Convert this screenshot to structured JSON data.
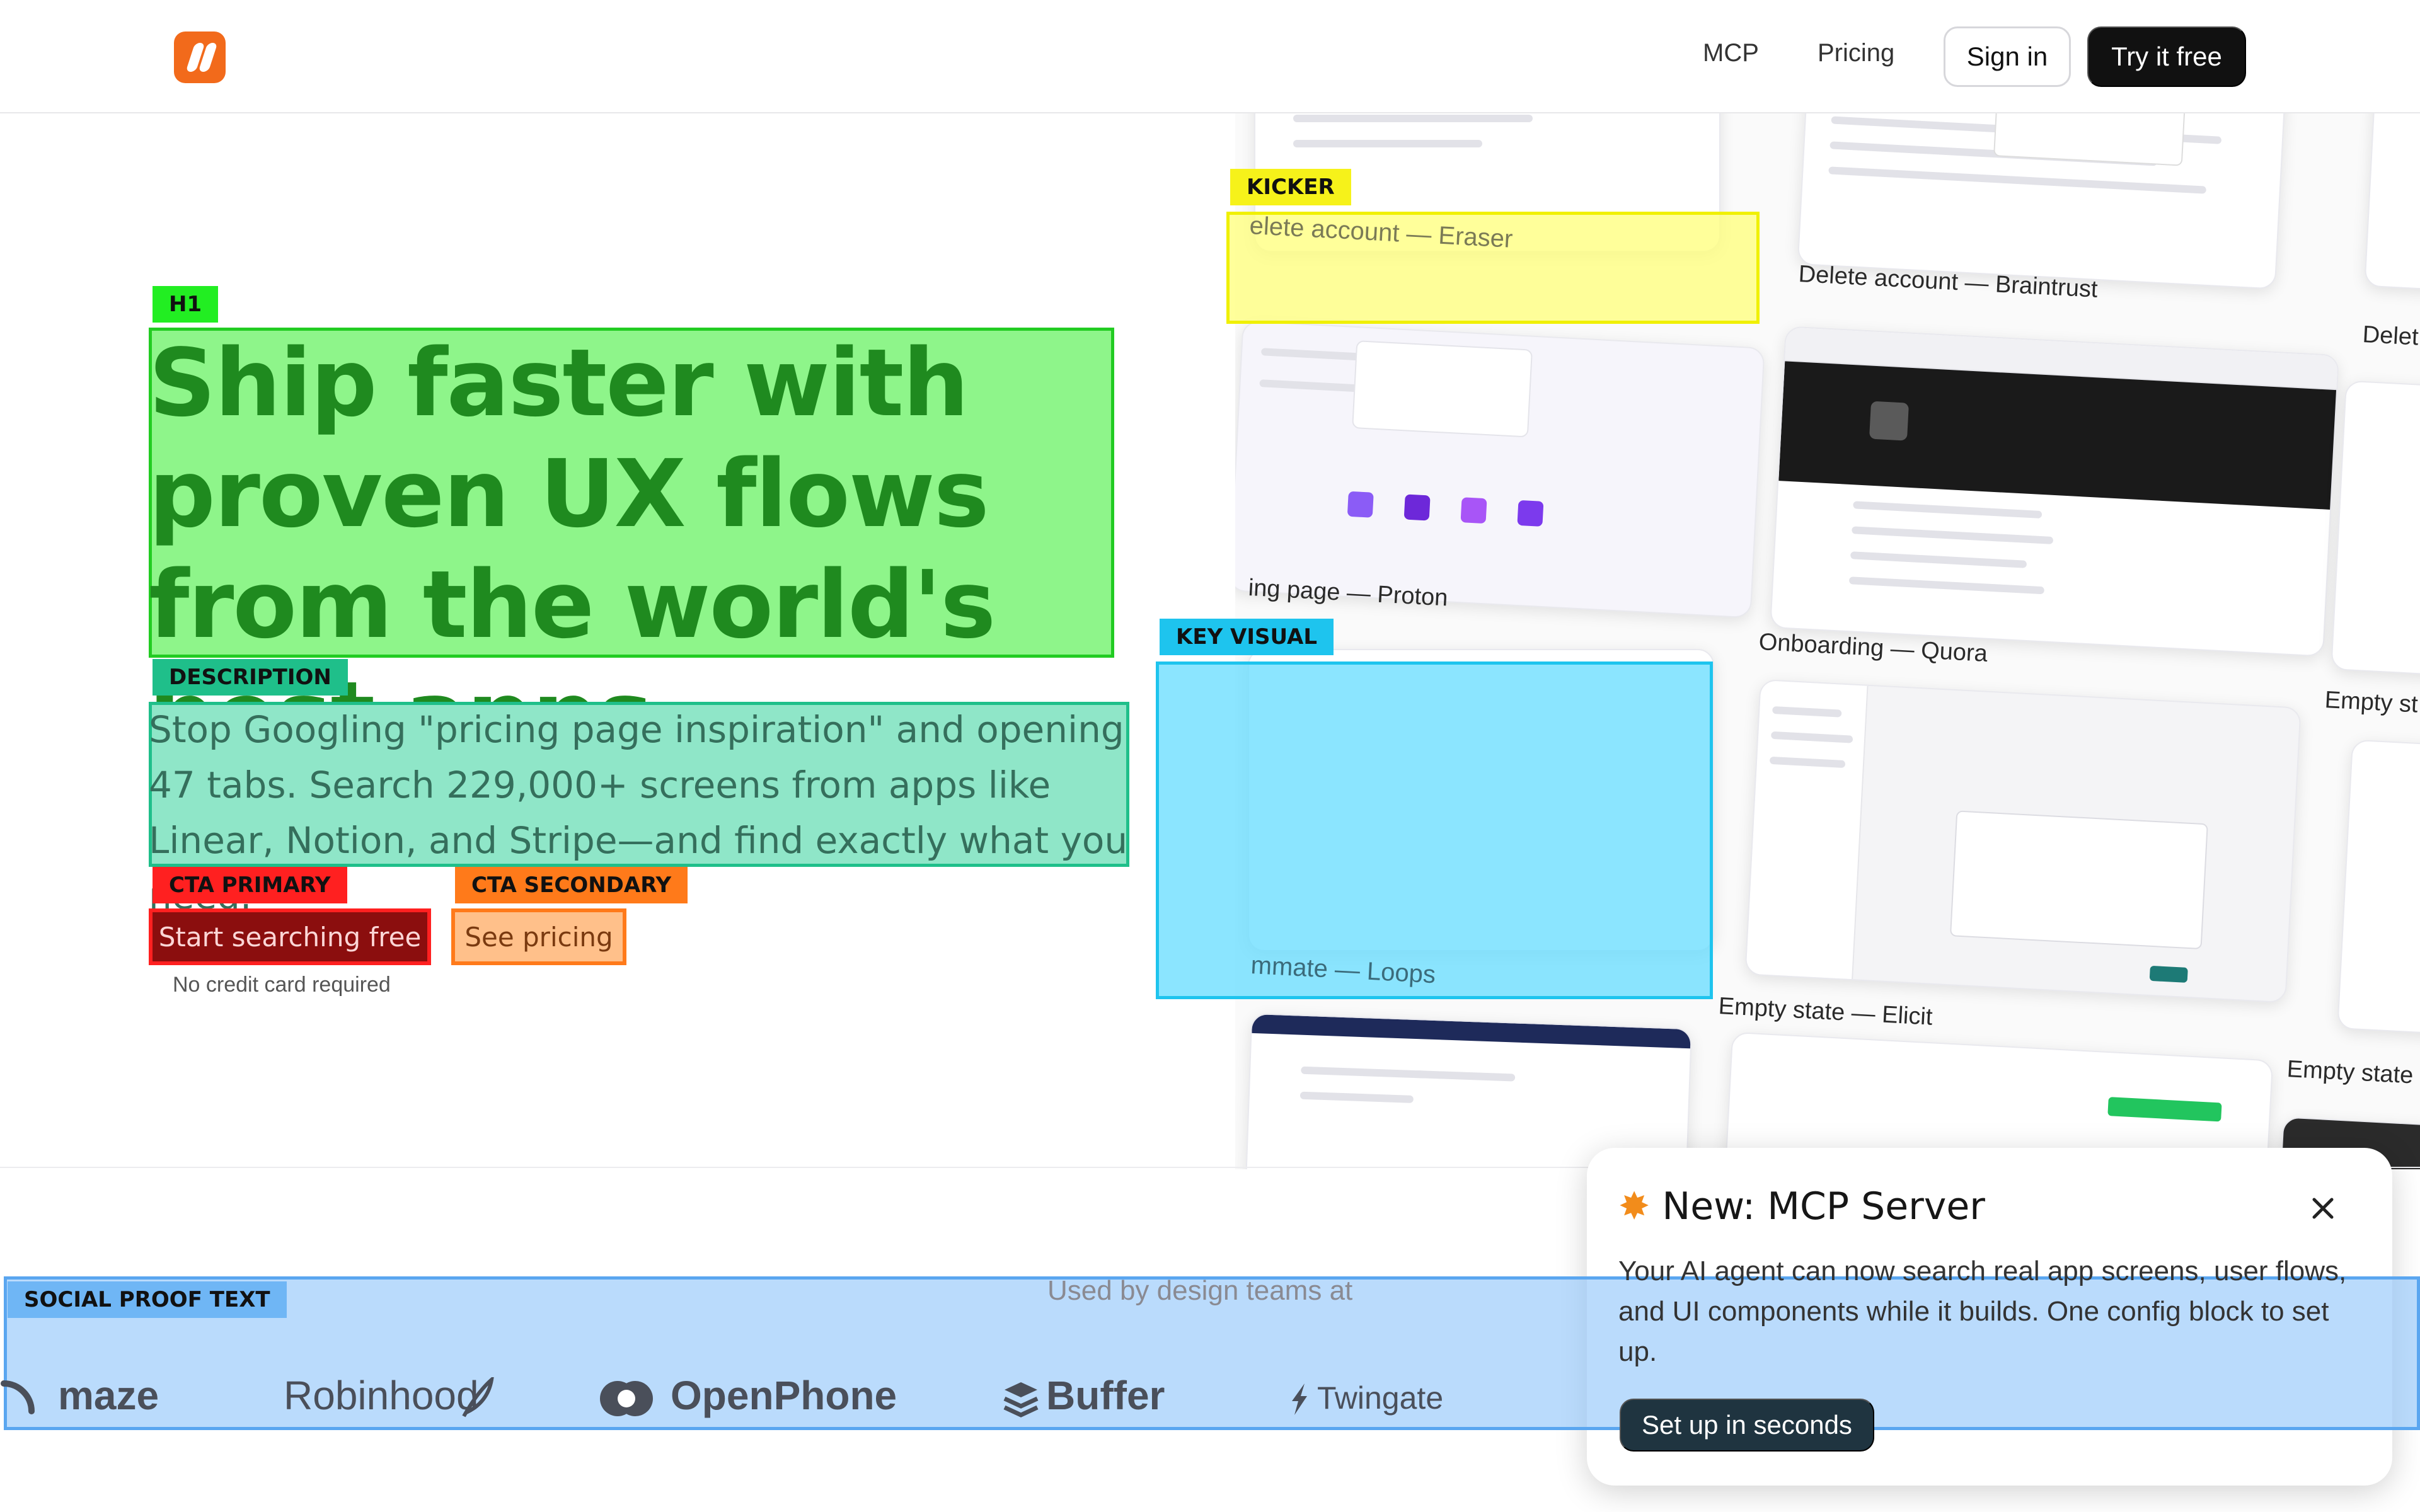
{
  "nav": {
    "links": [
      "MCP",
      "Pricing"
    ],
    "sign_in": "Sign in",
    "try_free": "Try it free"
  },
  "hero": {
    "headline": "Ship faster with proven UX flows from the world's best apps",
    "description": "Stop Googling \"pricing page inspiration\" and opening 47 tabs. Search 229,000+ screens from apps like Linear, Notion, and Stripe—and find exactly what you need.",
    "cta_primary": "Start searching free",
    "cta_secondary": "See pricing",
    "note": "No credit card required"
  },
  "annotations": {
    "h1": "H1",
    "description": "DESCRIPTION",
    "cta_primary": "CTA PRIMARY",
    "cta_secondary": "CTA SECONDARY",
    "kicker": "KICKER",
    "key_visual": "KEY VISUAL",
    "social_proof": "SOCIAL PROOF TEXT"
  },
  "gallery": {
    "kicker_caption": "elete account — Eraser",
    "key_visual_caption": "mmate — Loops",
    "captions": [
      "Delete account — Braintrust",
      "Delet",
      "ing page — Proton",
      "Onboarding — Quora",
      "Empty st",
      "Empty state — Elicit",
      "Empty state"
    ]
  },
  "social": {
    "title": "Used by design teams at",
    "brands": [
      "maze",
      "Robinhood",
      "OpenPhone",
      "Buffer",
      "Twingate"
    ]
  },
  "popup": {
    "title": "New: MCP Server",
    "body": "Your AI agent can now search real app screens, user flows, and UI components while it builds. One config block to set up.",
    "button": "Set up in seconds"
  }
}
